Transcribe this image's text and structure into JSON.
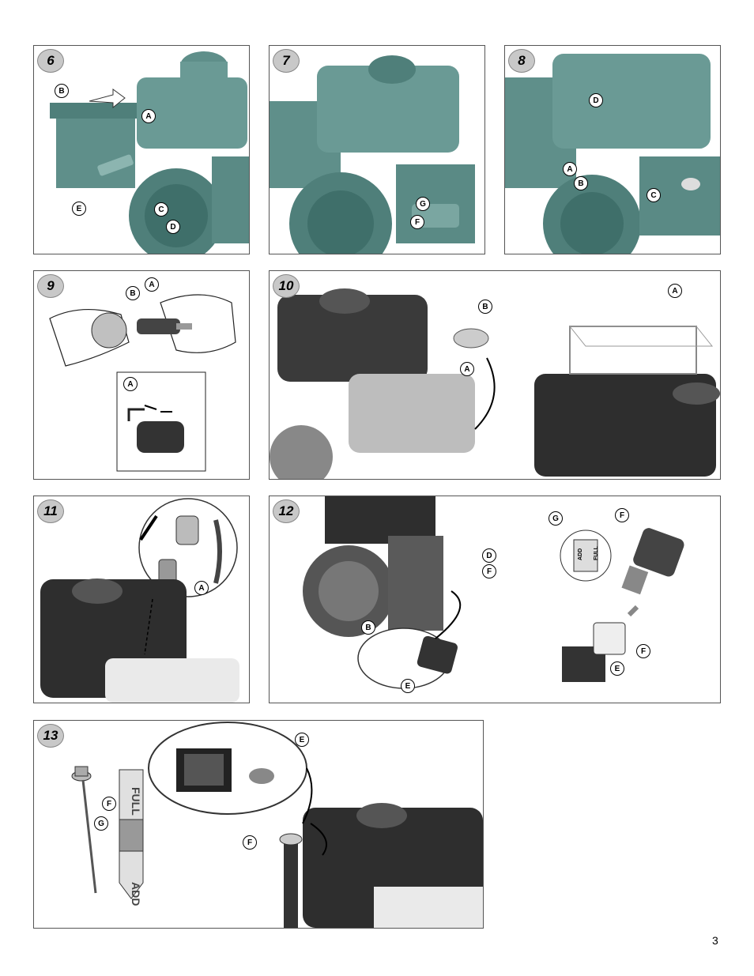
{
  "page_number": "3",
  "panels": [
    {
      "id": "6",
      "callouts": [
        "B",
        "A",
        "E",
        "C",
        "D"
      ]
    },
    {
      "id": "7",
      "callouts": [
        "G",
        "F"
      ]
    },
    {
      "id": "8",
      "callouts": [
        "D",
        "A",
        "B",
        "C"
      ]
    },
    {
      "id": "9",
      "callouts": [
        "B",
        "A",
        "A"
      ]
    },
    {
      "id": "10",
      "callouts": [
        "B",
        "A",
        "A"
      ]
    },
    {
      "id": "11",
      "callouts": [
        "A"
      ]
    },
    {
      "id": "12",
      "callouts": [
        "D",
        "F",
        "B",
        "E",
        "G",
        "F",
        "F",
        "E"
      ]
    },
    {
      "id": "13",
      "callouts": [
        "E",
        "F",
        "G",
        "F"
      ]
    }
  ],
  "dipstick_labels": {
    "add": "ADD",
    "full": "FULL"
  },
  "colors": {
    "engine_teal": "#5f8f8a",
    "engine_dark": "#2e2e2e",
    "panel_border": "#555555",
    "badge_gray": "#c8c8c8"
  }
}
